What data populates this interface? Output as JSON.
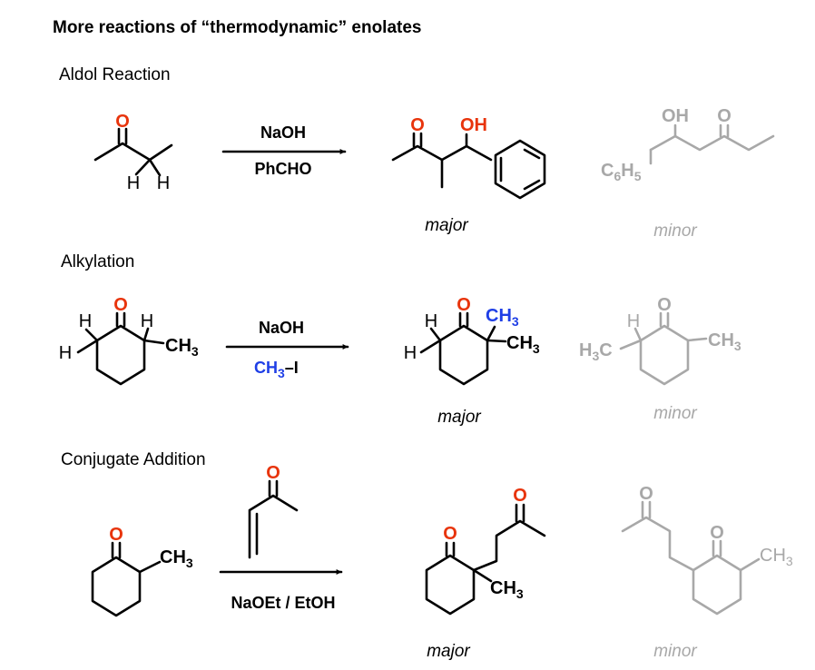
{
  "title": "More reactions of “thermodynamic” enolates",
  "colors": {
    "bond": "#000000",
    "minor": "#a8a8a8",
    "oxygen": "#e8340c",
    "methylation": "#1f3fe6"
  },
  "sections": [
    {
      "heading": "Aldol Reaction",
      "reagents": [
        "NaOH",
        "PhCHO"
      ],
      "reactant": {
        "O": "O",
        "H1": "H",
        "H2": "H"
      },
      "major": {
        "O": "O",
        "OH": "OH",
        "label": "major"
      },
      "minor": {
        "OH": "OH",
        "O": "O",
        "C": "C",
        "c_sub": "6",
        "H": "H",
        "h_sub": "5",
        "label": "minor"
      }
    },
    {
      "heading": "Alkylation",
      "reagents": [
        "NaOH",
        "CH",
        "3",
        "–I"
      ],
      "reactant": {
        "O": "O",
        "H1": "H",
        "H2": "H",
        "H3": "H",
        "CH": "CH",
        "ch_sub": "3"
      },
      "major": {
        "O": "O",
        "H1": "H",
        "H2": "H",
        "CHb": "CH",
        "chb_sub": "3",
        "CH": "CH",
        "ch_sub": "3",
        "label": "major"
      },
      "minor": {
        "O": "O",
        "H": "H",
        "HC_H": "H",
        "hc_sub": "3",
        "HC_C": "C",
        "CH": "CH",
        "ch_sub": "3",
        "label": "minor"
      }
    },
    {
      "heading": "Conjugate Addition",
      "reagents": [
        "NaOEt / EtOH"
      ],
      "reactant": {
        "O": "O",
        "CH": "CH",
        "ch_sub": "3"
      },
      "mvk": {
        "O": "O"
      },
      "major": {
        "O1": "O",
        "O2": "O",
        "CH": "CH",
        "ch_sub": "3",
        "label": "major"
      },
      "minor": {
        "O1": "O",
        "O2": "O",
        "CH": "CH",
        "ch_sub": "3",
        "label": "minor"
      }
    }
  ]
}
